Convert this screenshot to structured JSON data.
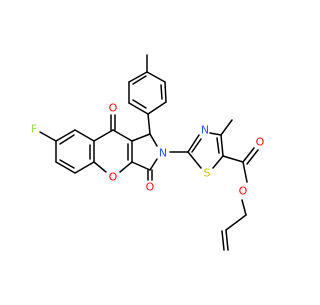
{
  "structure": {
    "atom_labels": {
      "fluorine": "F",
      "ketone_oxygen": "O",
      "lactam_oxygen": "O",
      "chromene_oxygen": "O",
      "pyrrole_nitrogen": "N",
      "thiazole_nitrogen": "N",
      "thiazole_sulfur": "S",
      "ester_carbonyl_oxygen": "O",
      "ester_ether_oxygen": "O"
    },
    "colors": {
      "bond": "#000000",
      "oxygen": "#ff0d0d",
      "nitrogen": "#3050f8",
      "sulfur": "#c8c800",
      "fluorine": "#90e050"
    }
  }
}
